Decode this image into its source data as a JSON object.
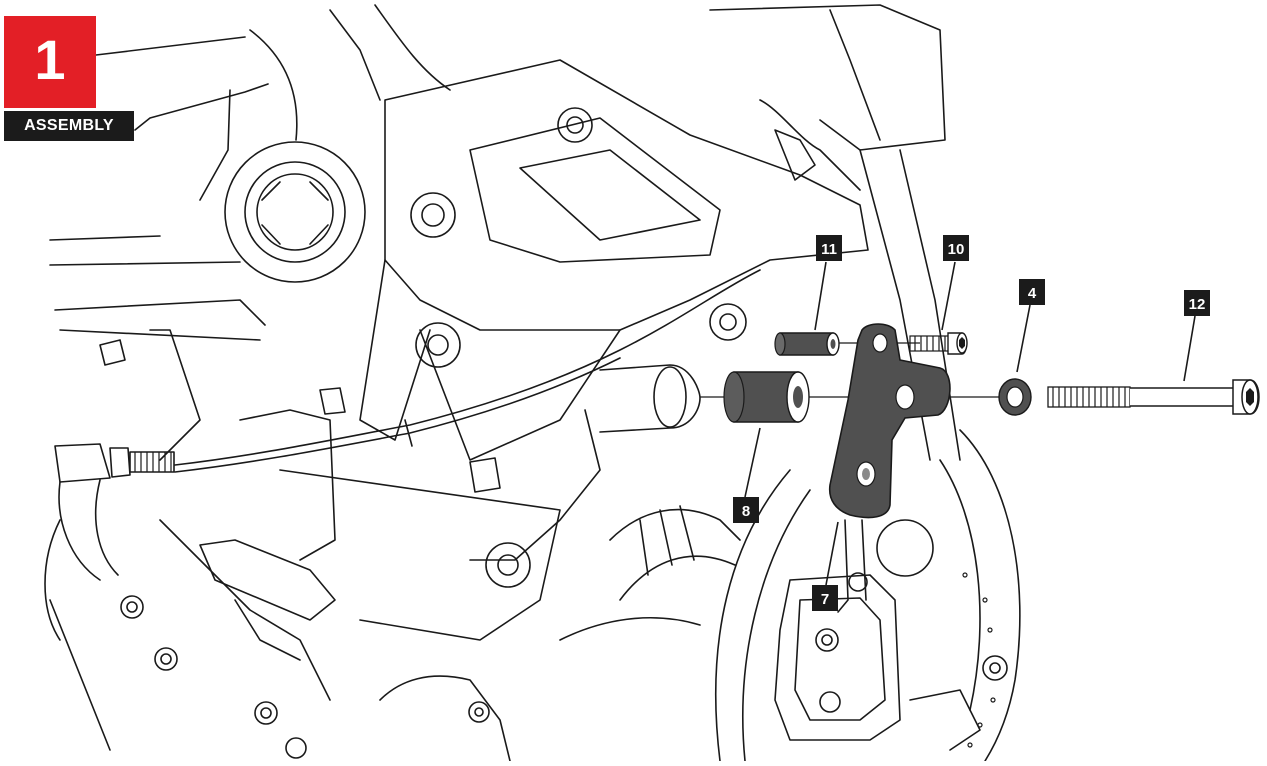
{
  "step": {
    "number": "1",
    "label": "ASSEMBLY"
  },
  "colors": {
    "accent": "#e31f26",
    "label_bg": "#1b1b1b",
    "line": "#1a1a1a",
    "part_fill": "#505050"
  },
  "callouts": [
    {
      "id": "callout-11",
      "label": "11"
    },
    {
      "id": "callout-10",
      "label": "10"
    },
    {
      "id": "callout-4",
      "label": "4"
    },
    {
      "id": "callout-12",
      "label": "12"
    },
    {
      "id": "callout-8",
      "label": "8"
    },
    {
      "id": "callout-7",
      "label": "7"
    }
  ]
}
